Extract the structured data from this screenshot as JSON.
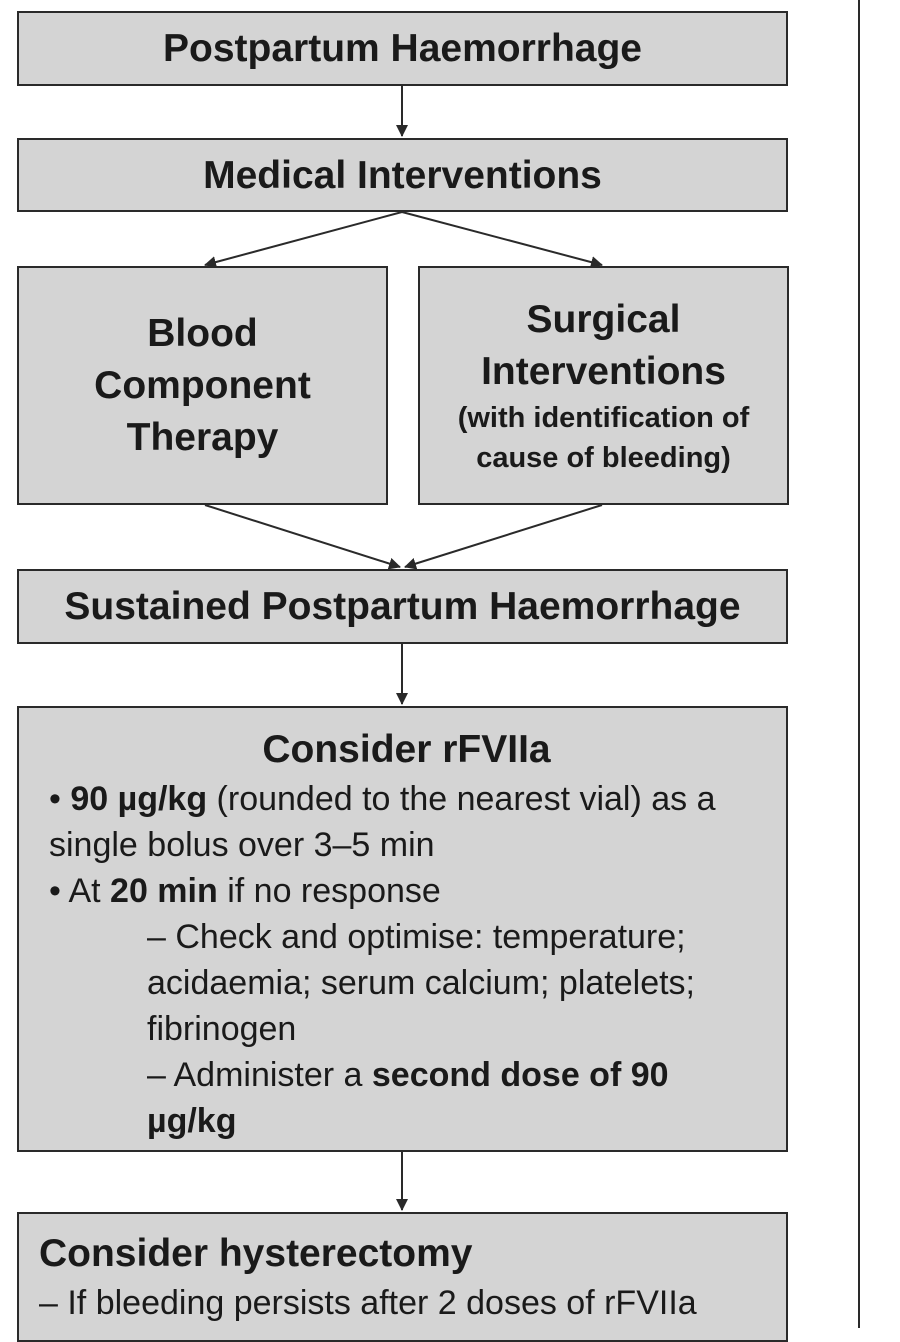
{
  "boxes": {
    "pph": {
      "title": "Postpartum Haemorrhage"
    },
    "medical": {
      "title": "Medical Interventions"
    },
    "blood": {
      "line1": "Blood",
      "line2": "Component",
      "line3": "Therapy"
    },
    "surgical": {
      "line1": "Surgical",
      "line2": "Interventions",
      "note1": "(with identification of",
      "note2": "cause of bleeding)"
    },
    "sustained": {
      "title": "Sustained Postpartum Haemorrhage"
    },
    "rfviia": {
      "title": "Consider rFVIIa",
      "b1_bullet": "• ",
      "b1_bold": "90 µg/kg",
      "b1_rest": " (rounded to the nearest vial) as a single bolus over 3–5 min",
      "b2_pre": "• At ",
      "b2_bold": "20 min",
      "b2_rest": " if no response",
      "s1": "– Check and optimise: temperature; acidaemia; serum calcium; platelets; fibrinogen",
      "s2_pre": "– Administer a ",
      "s2_bold": "second dose of 90 µg/kg"
    },
    "hyst": {
      "title": "Consider hysterectomy",
      "line": "– If bleeding persists after 2 doses of rFVIIa"
    }
  },
  "colors": {
    "box_fill": "#d4d4d4",
    "stroke": "#2a2a2a",
    "text": "#1a1a1a"
  }
}
